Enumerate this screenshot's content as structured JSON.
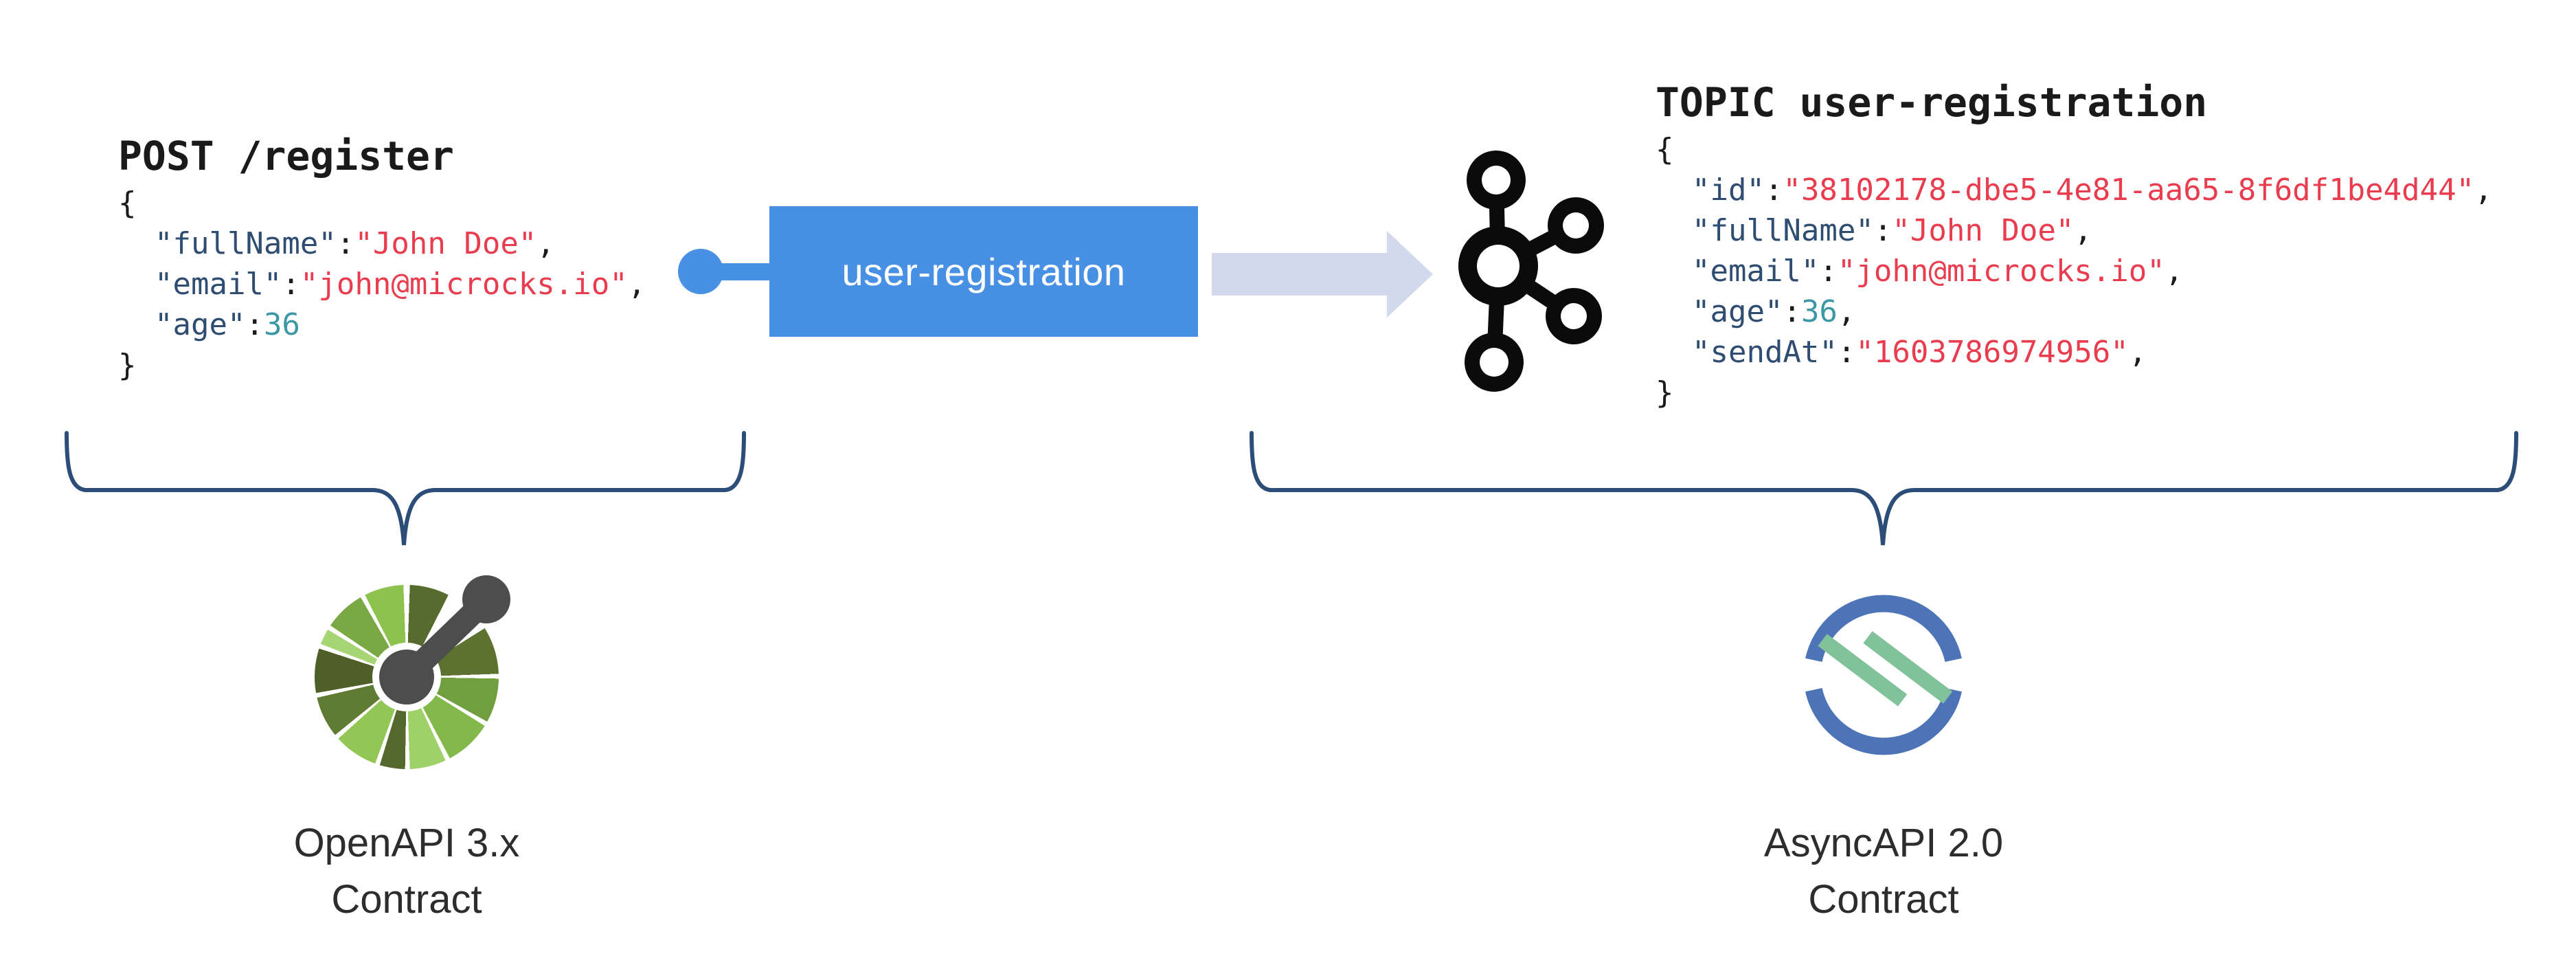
{
  "request": {
    "title": "POST /register",
    "json_lines": [
      [
        {
          "text": "{",
          "type": "plain"
        }
      ],
      [
        {
          "text": "  ",
          "type": "plain"
        },
        {
          "text": "\"fullName\"",
          "type": "key"
        },
        {
          "text": ":",
          "type": "plain"
        },
        {
          "text": "\"John Doe\"",
          "type": "string"
        },
        {
          "text": ",",
          "type": "plain"
        }
      ],
      [
        {
          "text": "  ",
          "type": "plain"
        },
        {
          "text": "\"email\"",
          "type": "key"
        },
        {
          "text": ":",
          "type": "plain"
        },
        {
          "text": "\"john@microcks.io\"",
          "type": "string"
        },
        {
          "text": ",",
          "type": "plain"
        }
      ],
      [
        {
          "text": "  ",
          "type": "plain"
        },
        {
          "text": "\"age\"",
          "type": "key"
        },
        {
          "text": ":",
          "type": "plain"
        },
        {
          "text": "36",
          "type": "number"
        }
      ],
      [
        {
          "text": "}",
          "type": "plain"
        }
      ]
    ]
  },
  "topic": {
    "title": "TOPIC user-registration",
    "json_lines": [
      [
        {
          "text": "{",
          "type": "plain"
        }
      ],
      [
        {
          "text": "  ",
          "type": "plain"
        },
        {
          "text": "\"id\"",
          "type": "key"
        },
        {
          "text": ":",
          "type": "plain"
        },
        {
          "text": "\"38102178-dbe5-4e81-aa65-8f6df1be4d44\"",
          "type": "string"
        },
        {
          "text": ",",
          "type": "plain"
        }
      ],
      [
        {
          "text": "  ",
          "type": "plain"
        },
        {
          "text": "\"fullName\"",
          "type": "key"
        },
        {
          "text": ":",
          "type": "plain"
        },
        {
          "text": "\"John Doe\"",
          "type": "string"
        },
        {
          "text": ",",
          "type": "plain"
        }
      ],
      [
        {
          "text": "  ",
          "type": "plain"
        },
        {
          "text": "\"email\"",
          "type": "key"
        },
        {
          "text": ":",
          "type": "plain"
        },
        {
          "text": "\"john@microcks.io\"",
          "type": "string"
        },
        {
          "text": ",",
          "type": "plain"
        }
      ],
      [
        {
          "text": "  ",
          "type": "plain"
        },
        {
          "text": "\"age\"",
          "type": "key"
        },
        {
          "text": ":",
          "type": "plain"
        },
        {
          "text": "36",
          "type": "number"
        },
        {
          "text": ",",
          "type": "plain"
        }
      ],
      [
        {
          "text": "  ",
          "type": "plain"
        },
        {
          "text": "\"sendAt\"",
          "type": "key"
        },
        {
          "text": ":",
          "type": "plain"
        },
        {
          "text": "\"1603786974956\"",
          "type": "string"
        },
        {
          "text": ",",
          "type": "plain"
        }
      ],
      [
        {
          "text": "}",
          "type": "plain"
        }
      ]
    ]
  },
  "flow": {
    "topic_box_label": "user-registration"
  },
  "contracts": {
    "openapi": {
      "line1": "OpenAPI 3.x",
      "line2": "Contract"
    },
    "asyncapi": {
      "line1": "AsyncAPI 2.0",
      "line2": "Contract"
    }
  },
  "colors": {
    "topic_box_blue": "#4790e4",
    "arrow_fill": "#d2d9ec",
    "json_key": "#2e4d71",
    "json_string": "#e93d4f",
    "json_number": "#3d98a6",
    "code_plain": "#1b1b1b",
    "brace_stroke": "#2c4d77",
    "kafka_black": "#0b0b0b",
    "openapi_gray": "#4d4d4d",
    "openapi_greens": [
      "#566b2e",
      "#5d7230",
      "#719f3f",
      "#83b94a",
      "#9ed167",
      "#55682e",
      "#92c655",
      "#607c33",
      "#4f5f28",
      "#a8d573",
      "#79a844",
      "#8dc24f"
    ],
    "asyncapi_blue": "#4e74b8",
    "asyncapi_green": "#82c29b"
  }
}
